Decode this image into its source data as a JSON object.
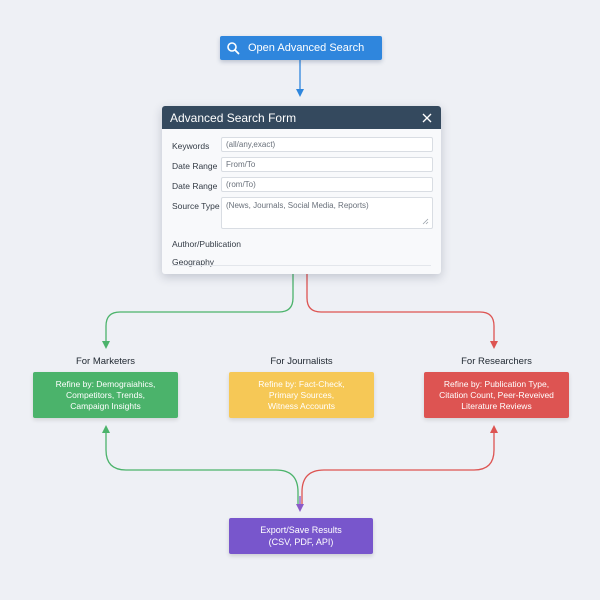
{
  "open_button": {
    "label": "Open Advanced Search",
    "icon": "search-icon"
  },
  "form": {
    "title": "Advanced Search Form",
    "close_icon": "close-icon",
    "fields": [
      {
        "label": "Keywords",
        "placeholder": "(all/any,exact)"
      },
      {
        "label": "Date Range",
        "placeholder": "From/To"
      },
      {
        "label": "Date Range",
        "placeholder": "(rom/To)"
      },
      {
        "label": "Source Type",
        "placeholder": "(News, Journals, Social Media, Reports)"
      }
    ],
    "extra_labels": [
      "Author/Publication",
      "Geography"
    ]
  },
  "categories": [
    {
      "heading": "For Marketers",
      "text": "Refine by: Demograiahics,\nCompetitors, Trends,\nCampaign Insights",
      "color": "#4bb36b"
    },
    {
      "heading": "For Journalists",
      "text": "Refine by: Fact-Check,\nPrimary Sources,\nWitness Accounts",
      "color": "#f6c856"
    },
    {
      "heading": "For Researchers",
      "text": "Refine by: Publication Type,\nCitation Count, Peer-Reveived\nLiterature Reviews",
      "color": "#dd5452"
    }
  ],
  "export": {
    "line1": "Export/Save Results",
    "line2": "(CSV, PDF, API)",
    "color": "#7856cc"
  },
  "colors": {
    "background": "#eef0f5",
    "blue": "#2f86dd",
    "header": "#34495e",
    "green": "#4bb36b",
    "yellow": "#f6c856",
    "red": "#dd5452",
    "purple": "#7856cc"
  }
}
